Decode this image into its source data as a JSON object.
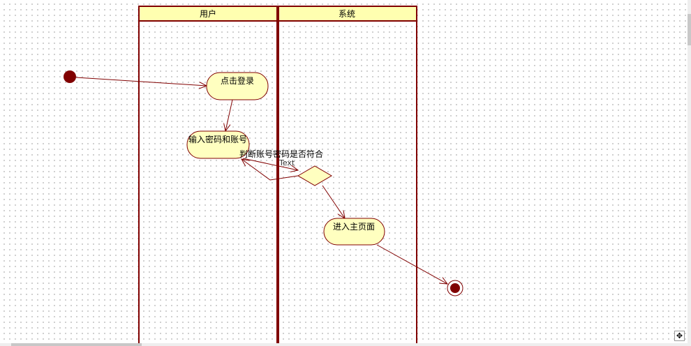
{
  "swimlanes": [
    {
      "label": "用户"
    },
    {
      "label": "系统"
    }
  ],
  "activities": {
    "click_login": "点击登录",
    "input_credentials": "输入密码和账号",
    "enter_home": "进入主页面"
  },
  "transition_labels": {
    "check": "判断账号密码是否符合",
    "text": "Text"
  },
  "colors": {
    "line": "#800000",
    "fill": "#ffffc0",
    "header": "#ffffb0"
  },
  "icons": {
    "pan": "move-icon"
  }
}
